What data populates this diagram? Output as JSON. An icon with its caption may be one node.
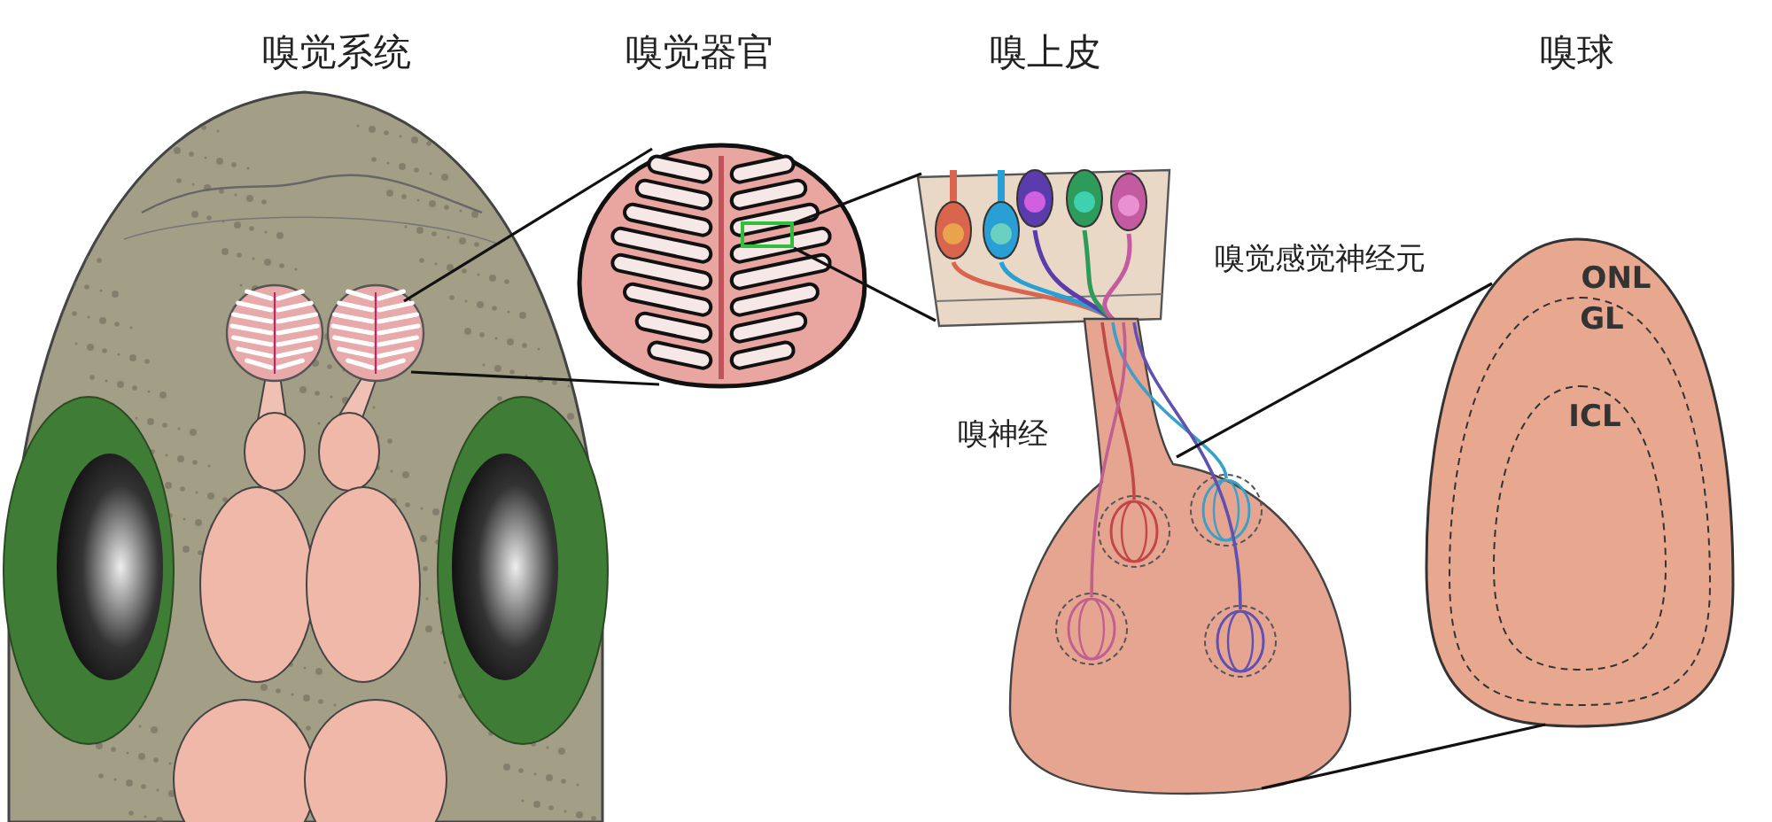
{
  "diagram": {
    "nodes": [
      {
        "text": [],
        "shape": "picture"
      },
      {
        "text": [],
        "shape": "circle",
        "in": 0
      },
      {
        "text": [],
        "shape": "picture"
      },
      {
        "text": [],
        "shape": "box",
        "in": 2
      },
      {
        "text": [],
        "shape": "picture"
      },
      {
        "text": [],
        "shape": "picture"
      },
      {
        "text": [
          "ONL",
          "GL",
          "ICL"
        ]
      }
    ],
    "edges": [
      {
        "from": 1,
        "to": 2,
        "arrow": "none"
      },
      {
        "from": 1,
        "to": 2,
        "arrow": "none"
      },
      {
        "from": 3,
        "to": 4,
        "arrow": "none"
      },
      {
        "from": 3,
        "to": 4,
        "arrow": "none"
      },
      {
        "from": 5,
        "to": 6,
        "arrow": "none"
      },
      {
        "from": 5,
        "to": 6,
        "arrow": "none"
      }
    ],
    "labels": [
      "嗅觉系统",
      "嗅觉器官",
      "嗅上皮",
      "嗅球",
      "嗅觉感觉神经元",
      "嗅神经"
    ]
  }
}
